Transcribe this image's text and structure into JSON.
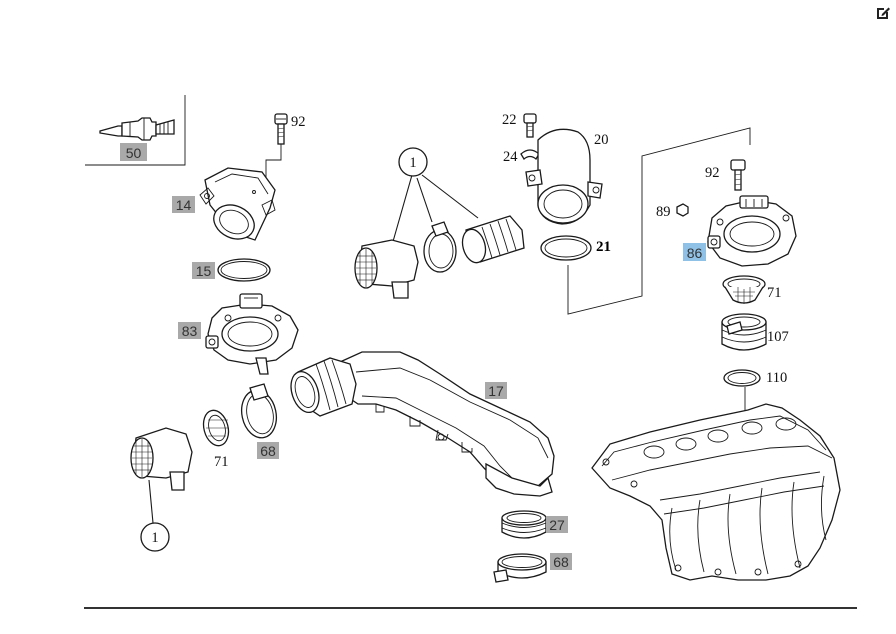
{
  "toolbar": {
    "edit_icon": "edit-icon"
  },
  "colors": {
    "badge_gray": "#a9a9a9",
    "badge_highlight": "#8fc1e6",
    "line": "#1a1a1a"
  },
  "callouts": [
    {
      "id": "c1",
      "text": "1"
    },
    {
      "id": "c2",
      "text": "1"
    }
  ],
  "parts": [
    {
      "id": "p50",
      "number": "50",
      "style": "badge"
    },
    {
      "id": "p92a",
      "number": "92",
      "style": "plain"
    },
    {
      "id": "p14",
      "number": "14",
      "style": "badge"
    },
    {
      "id": "p15",
      "number": "15",
      "style": "badge"
    },
    {
      "id": "p83",
      "number": "83",
      "style": "badge"
    },
    {
      "id": "p22",
      "number": "22",
      "style": "plain"
    },
    {
      "id": "p24",
      "number": "24",
      "style": "plain"
    },
    {
      "id": "p20",
      "number": "20",
      "style": "plain"
    },
    {
      "id": "p21",
      "number": "21",
      "style": "plain-bold"
    },
    {
      "id": "p92b",
      "number": "92",
      "style": "plain"
    },
    {
      "id": "p89",
      "number": "89",
      "style": "plain"
    },
    {
      "id": "p86",
      "number": "86",
      "style": "highlight"
    },
    {
      "id": "p71a",
      "number": "71",
      "style": "plain"
    },
    {
      "id": "p107",
      "number": "107",
      "style": "plain"
    },
    {
      "id": "p110",
      "number": "110",
      "style": "plain"
    },
    {
      "id": "p17",
      "number": "17",
      "style": "badge"
    },
    {
      "id": "p71b",
      "number": "71",
      "style": "plain"
    },
    {
      "id": "p68a",
      "number": "68",
      "style": "badge"
    },
    {
      "id": "p27",
      "number": "27",
      "style": "badge"
    },
    {
      "id": "p68b",
      "number": "68",
      "style": "badge"
    }
  ]
}
